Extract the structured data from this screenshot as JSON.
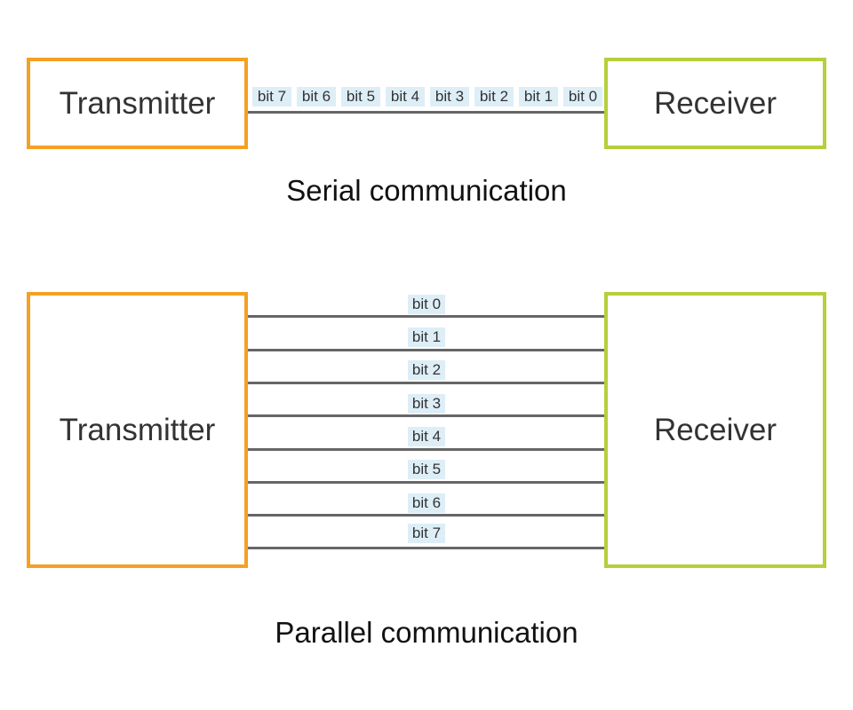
{
  "serial": {
    "transmitter_label": "Transmitter",
    "receiver_label": "Receiver",
    "bits": [
      "bit 7",
      "bit 6",
      "bit 5",
      "bit 4",
      "bit 3",
      "bit 2",
      "bit 1",
      "bit 0"
    ],
    "caption": "Serial communication"
  },
  "parallel": {
    "transmitter_label": "Transmitter",
    "receiver_label": "Receiver",
    "bits": [
      "bit 0",
      "bit 1",
      "bit 2",
      "bit 3",
      "bit 4",
      "bit 5",
      "bit 6",
      "bit 7"
    ],
    "caption": "Parallel communication"
  },
  "colors": {
    "transmitter_border": "#f4a024",
    "receiver_border": "#b5cf3b",
    "wire": "#666666",
    "bit_label_bg": "#ddeef7"
  }
}
